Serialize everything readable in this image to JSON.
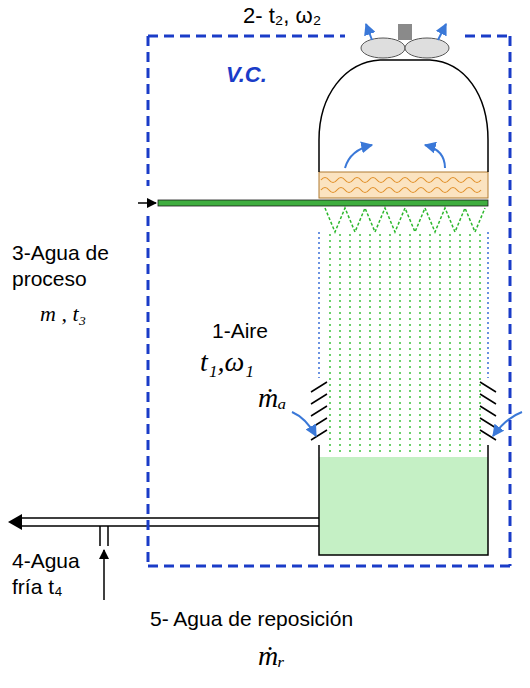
{
  "diagram": {
    "nodes": [
      {
        "text": [
          "V.C."
        ]
      }
    ],
    "labels": [
      "2- t₂, ω₂",
      "3-Agua de proceso",
      "m , t₃",
      "1-Aire",
      "t₁,ω₁",
      "ṁₐ",
      "4-Agua fría t₄",
      "5- Agua de reposición",
      "ṁᵣ"
    ]
  }
}
